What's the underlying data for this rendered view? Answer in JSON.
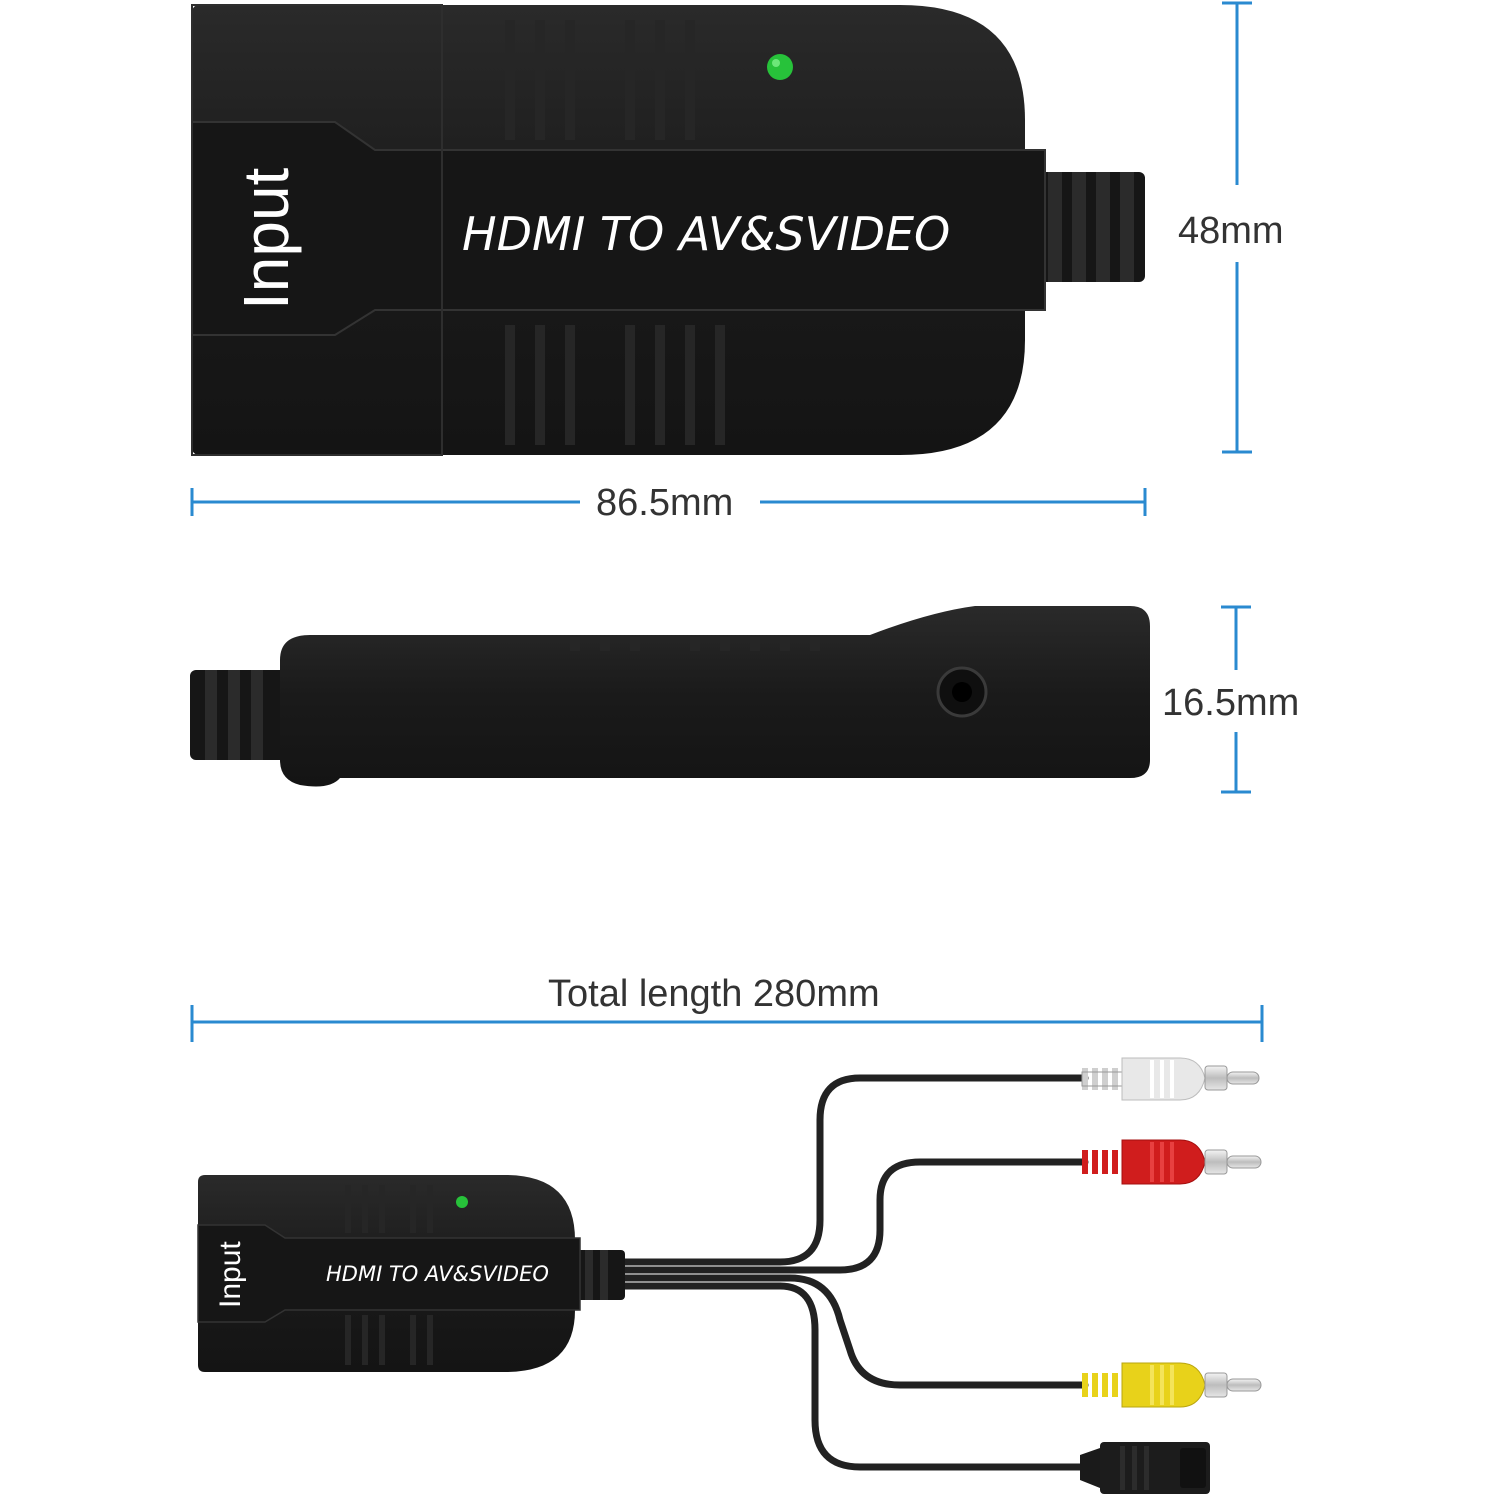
{
  "top_view": {
    "port_label": "Input",
    "device_label": "HDMI TO AV&SVIDEO",
    "height_dimension": "48mm",
    "width_dimension": "86.5mm"
  },
  "side_view": {
    "thickness_dimension": "16.5mm"
  },
  "cable_view": {
    "total_length": "Total length 280mm",
    "port_label": "Input",
    "device_label": "HDMI TO AV&SVIDEO"
  },
  "colors": {
    "dimension_line": "#2a8ad0",
    "device_body": "#1c1c1c",
    "led": "#27c23a",
    "rca_white": "#e8e8e8",
    "rca_red": "#d01d1d",
    "rca_yellow": "#e8d21a"
  }
}
